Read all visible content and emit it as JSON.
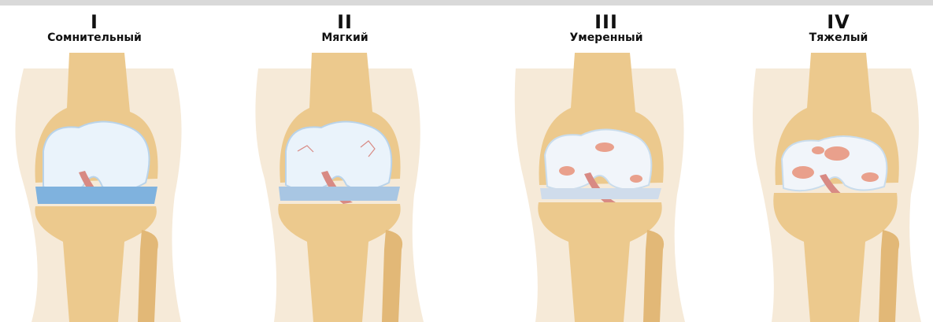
{
  "stages": [
    {
      "numeral": "I",
      "label": "Сомнительный"
    },
    {
      "numeral": "II",
      "label": "Мягкий"
    },
    {
      "numeral": "III",
      "label": "Умеренный"
    },
    {
      "numeral": "IV",
      "label": "Тяжелый"
    }
  ],
  "colors": {
    "skin": "#f6ead8",
    "bone": "#ecc98d",
    "bone_shadow": "#d9ae66",
    "cartilage": "#eaf3fb",
    "meniscus": "#7fb2de",
    "ligament": "#d88a84",
    "lesion": "#e9a08c"
  },
  "icons": [
    "femur-bone",
    "tibia-bone",
    "fibula-bone",
    "cartilage",
    "meniscus",
    "cruciate-ligament"
  ]
}
